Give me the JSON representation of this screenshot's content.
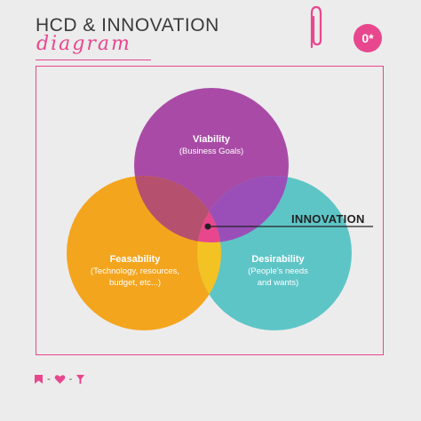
{
  "header": {
    "title": "HCD & INNOVATION",
    "subtitle": "diagram",
    "badge": "0*"
  },
  "venn": {
    "circles": [
      {
        "name": "Viability",
        "desc": "(Business Goals)",
        "color": "#a94ba6"
      },
      {
        "name": "Feasability",
        "desc_lines": [
          "(Technology, resources,",
          "budget, etc...)"
        ],
        "color": "#f4a51e"
      },
      {
        "name": "Desirability",
        "desc_lines": [
          "(People's needs",
          "and wants)"
        ],
        "color": "#5ec5c7"
      }
    ],
    "center_label": "INNOVATION",
    "overlap_colors": {
      "viability_feasability": "#b5506e",
      "viability_desirability": "#9a4fb8",
      "feasability_desirability": "#f3c324",
      "center": "#e8478e"
    }
  },
  "footer": {
    "icons": [
      "bookmark-icon",
      "heart-icon",
      "filter-icon"
    ],
    "separator": "-"
  },
  "colors": {
    "accent": "#e8478e",
    "background": "#ececec",
    "text": "#3a3a3a"
  }
}
